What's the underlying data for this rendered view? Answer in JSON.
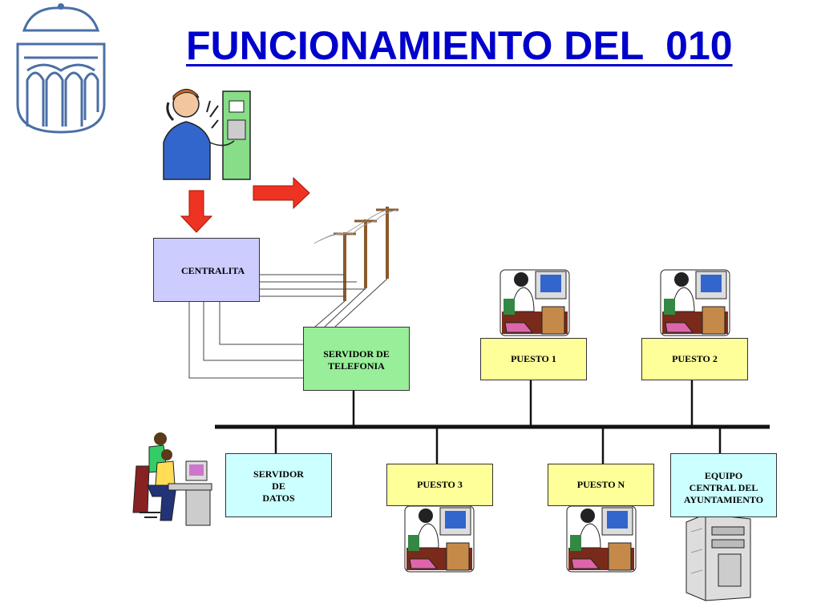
{
  "title": "FUNCIONAMIENTO DEL  010",
  "colors": {
    "title": "#0000cc",
    "centralita": "#ccccff",
    "servidor_telefonia": "#99ee99",
    "puesto": "#ffff99",
    "servidor_datos": "#ccffff",
    "arrow": "#ee3322"
  },
  "nodes": {
    "centralita": "CENTRALITA",
    "servidor_telefonia": "SERVIDOR DE\nTELEFONIA",
    "puesto_1": "PUESTO 1",
    "puesto_2": "PUESTO 2",
    "puesto_3": "PUESTO 3",
    "puesto_n": "PUESTO N",
    "servidor_datos": "SERVIDOR\nDE\nDATOS",
    "equipo_central": "EQUIPO\nCENTRAL DEL\nAYUNTAMIENTO"
  },
  "icons": [
    "coat-of-arms-icon",
    "caller-on-payphone-icon",
    "telephone-poles-icon",
    "operator-at-computer-icon",
    "people-at-workstation-icon",
    "server-tower-icon",
    "down-arrow-icon",
    "right-arrow-icon"
  ]
}
